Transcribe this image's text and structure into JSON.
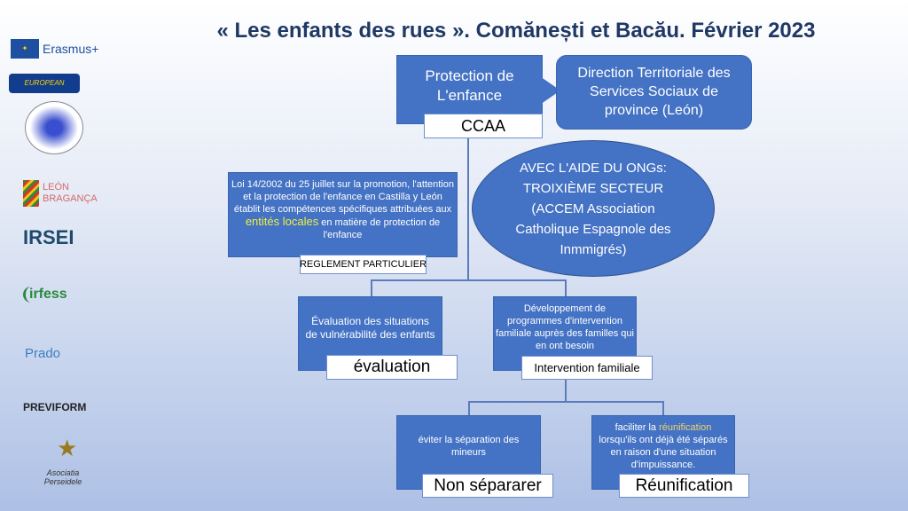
{
  "title": "« Les enfants des rues ». Comănești et Bacău. Février 2023",
  "logos": [
    "Erasmus+",
    "EUROPEAN",
    "LEÓN BRAGANÇA",
    "IRSEI",
    "irfess",
    "Prado",
    "PREVIFORM",
    "Asociatia Perseidele"
  ],
  "protection": {
    "text": "Protection de L'enfance",
    "label": "CCAA"
  },
  "direction": {
    "text": "Direction Territoriale des Services Sociaux de province (León)"
  },
  "ellipse": {
    "text": "AVEC L'AIDE DU ONGs: TROIXIÈME SECTEUR (ACCEM Association Catholique Espagnole des Inmmigrés)"
  },
  "loi": {
    "text_before": "Loi 14/2002 du 25 juillet sur la promotion, l'attention et la protection de l'enfance en Castilla y León établit les compétences spécifiques attribuées aux ",
    "highlight": "entités locales",
    "text_after": " en matière de protection de l'enfance",
    "label": "REGLEMENT PARTICULIER"
  },
  "evaluation": {
    "text": "Évaluation des situations de vulnérabilité des enfants",
    "label": "évaluation"
  },
  "developpement": {
    "text": "Développement de programmes d'intervention familiale auprès des familles qui en ont besoin",
    "label": "Intervention familiale"
  },
  "eviter": {
    "text": "éviter la séparation des mineurs",
    "label": "Non sépararer"
  },
  "faciliter": {
    "text_before": "faciliter la ",
    "highlight": "réunification",
    "text_after": " lorsqu'ils ont déjà été séparés en raison d'une situation d'impuissance.",
    "label": "Réunification"
  },
  "colors": {
    "box": "#4472c4",
    "title": "#1f3864",
    "line": "#5b7bbd"
  }
}
